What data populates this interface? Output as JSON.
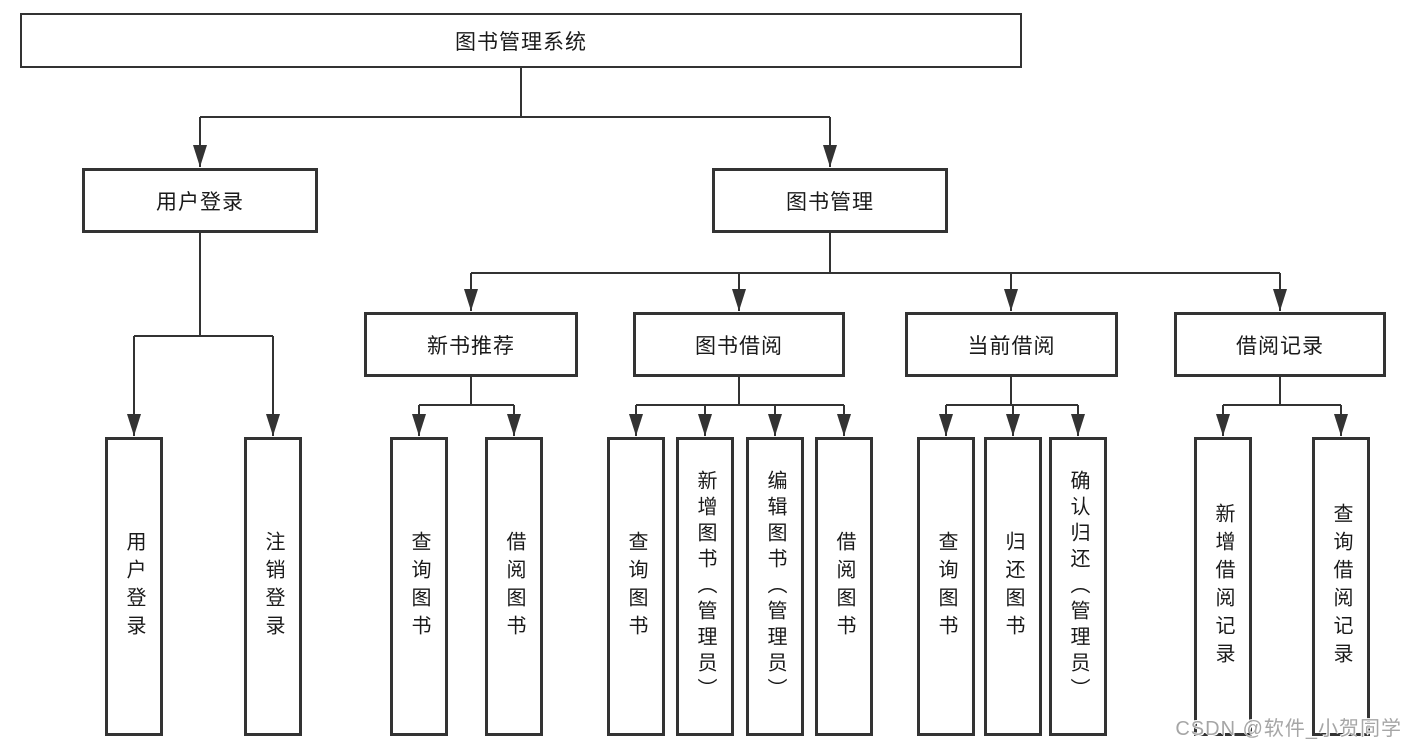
{
  "nodes": {
    "root": "图书管理系统",
    "user_login": "用户登录",
    "book_mgmt": "图书管理",
    "new_books": "新书推荐",
    "book_borrow": "图书借阅",
    "current_borrow": "当前借阅",
    "borrow_records": "借阅记录",
    "leaf_user_login": "用户登录",
    "leaf_logout": "注销登录",
    "leaf_nb_query": "查询图书",
    "leaf_nb_borrow": "借阅图书",
    "leaf_bb_query": "查询图书",
    "leaf_bb_add": "新增图书（管理员）",
    "leaf_bb_edit": "编辑图书（管理员）",
    "leaf_bb_borrow": "借阅图书",
    "leaf_cb_query": "查询图书",
    "leaf_cb_return": "归还图书",
    "leaf_cb_confirm": "确认归还（管理员）",
    "leaf_rec_add": "新增借阅记录",
    "leaf_rec_query": "查询借阅记录"
  },
  "hierarchy": {
    "图书管理系统": {
      "用户登录": [
        "用户登录",
        "注销登录"
      ],
      "图书管理": {
        "新书推荐": [
          "查询图书",
          "借阅图书"
        ],
        "图书借阅": [
          "查询图书",
          "新增图书（管理员）",
          "编辑图书（管理员）",
          "借阅图书"
        ],
        "当前借阅": [
          "查询图书",
          "归还图书",
          "确认归还（管理员）"
        ],
        "借阅记录": [
          "新增借阅记录",
          "查询借阅记录"
        ]
      }
    }
  },
  "watermark": {
    "text": "CSDN @软件_小贺同学"
  },
  "colors": {
    "line": "#333333",
    "box_border": "#333333",
    "text": "#1a1a1a",
    "watermark": "#a6a6a6",
    "background": "#ffffff"
  }
}
